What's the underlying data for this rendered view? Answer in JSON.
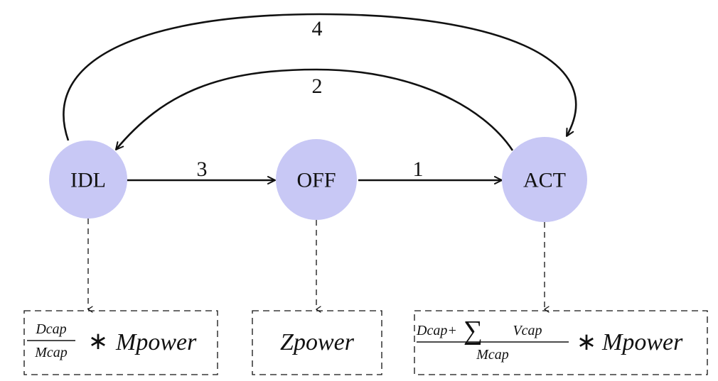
{
  "diagram": {
    "states": [
      {
        "id": "idl",
        "label": "IDL"
      },
      {
        "id": "off",
        "label": "OFF"
      },
      {
        "id": "act",
        "label": "ACT"
      }
    ],
    "transitions": [
      {
        "from": "OFF",
        "to": "ACT",
        "label": "1"
      },
      {
        "from": "ACT",
        "to": "IDL",
        "label": "2"
      },
      {
        "from": "IDL",
        "to": "OFF",
        "label": "3"
      },
      {
        "from": "IDL",
        "to": "ACT",
        "label": "4"
      }
    ],
    "formulas": {
      "idl": {
        "numerator": "Dcap",
        "denominator": "Mcap",
        "operator": "∗",
        "factor": "Mpower"
      },
      "off": {
        "value": "Zpower"
      },
      "act": {
        "numerator_a": "Dcap+",
        "sum_symbol": "∑",
        "numerator_b": "Vcap",
        "denominator": "Mcap",
        "operator": "∗",
        "factor": "Mpower"
      }
    },
    "colors": {
      "state_fill": "#c8c8f5",
      "line": "#111111"
    }
  }
}
